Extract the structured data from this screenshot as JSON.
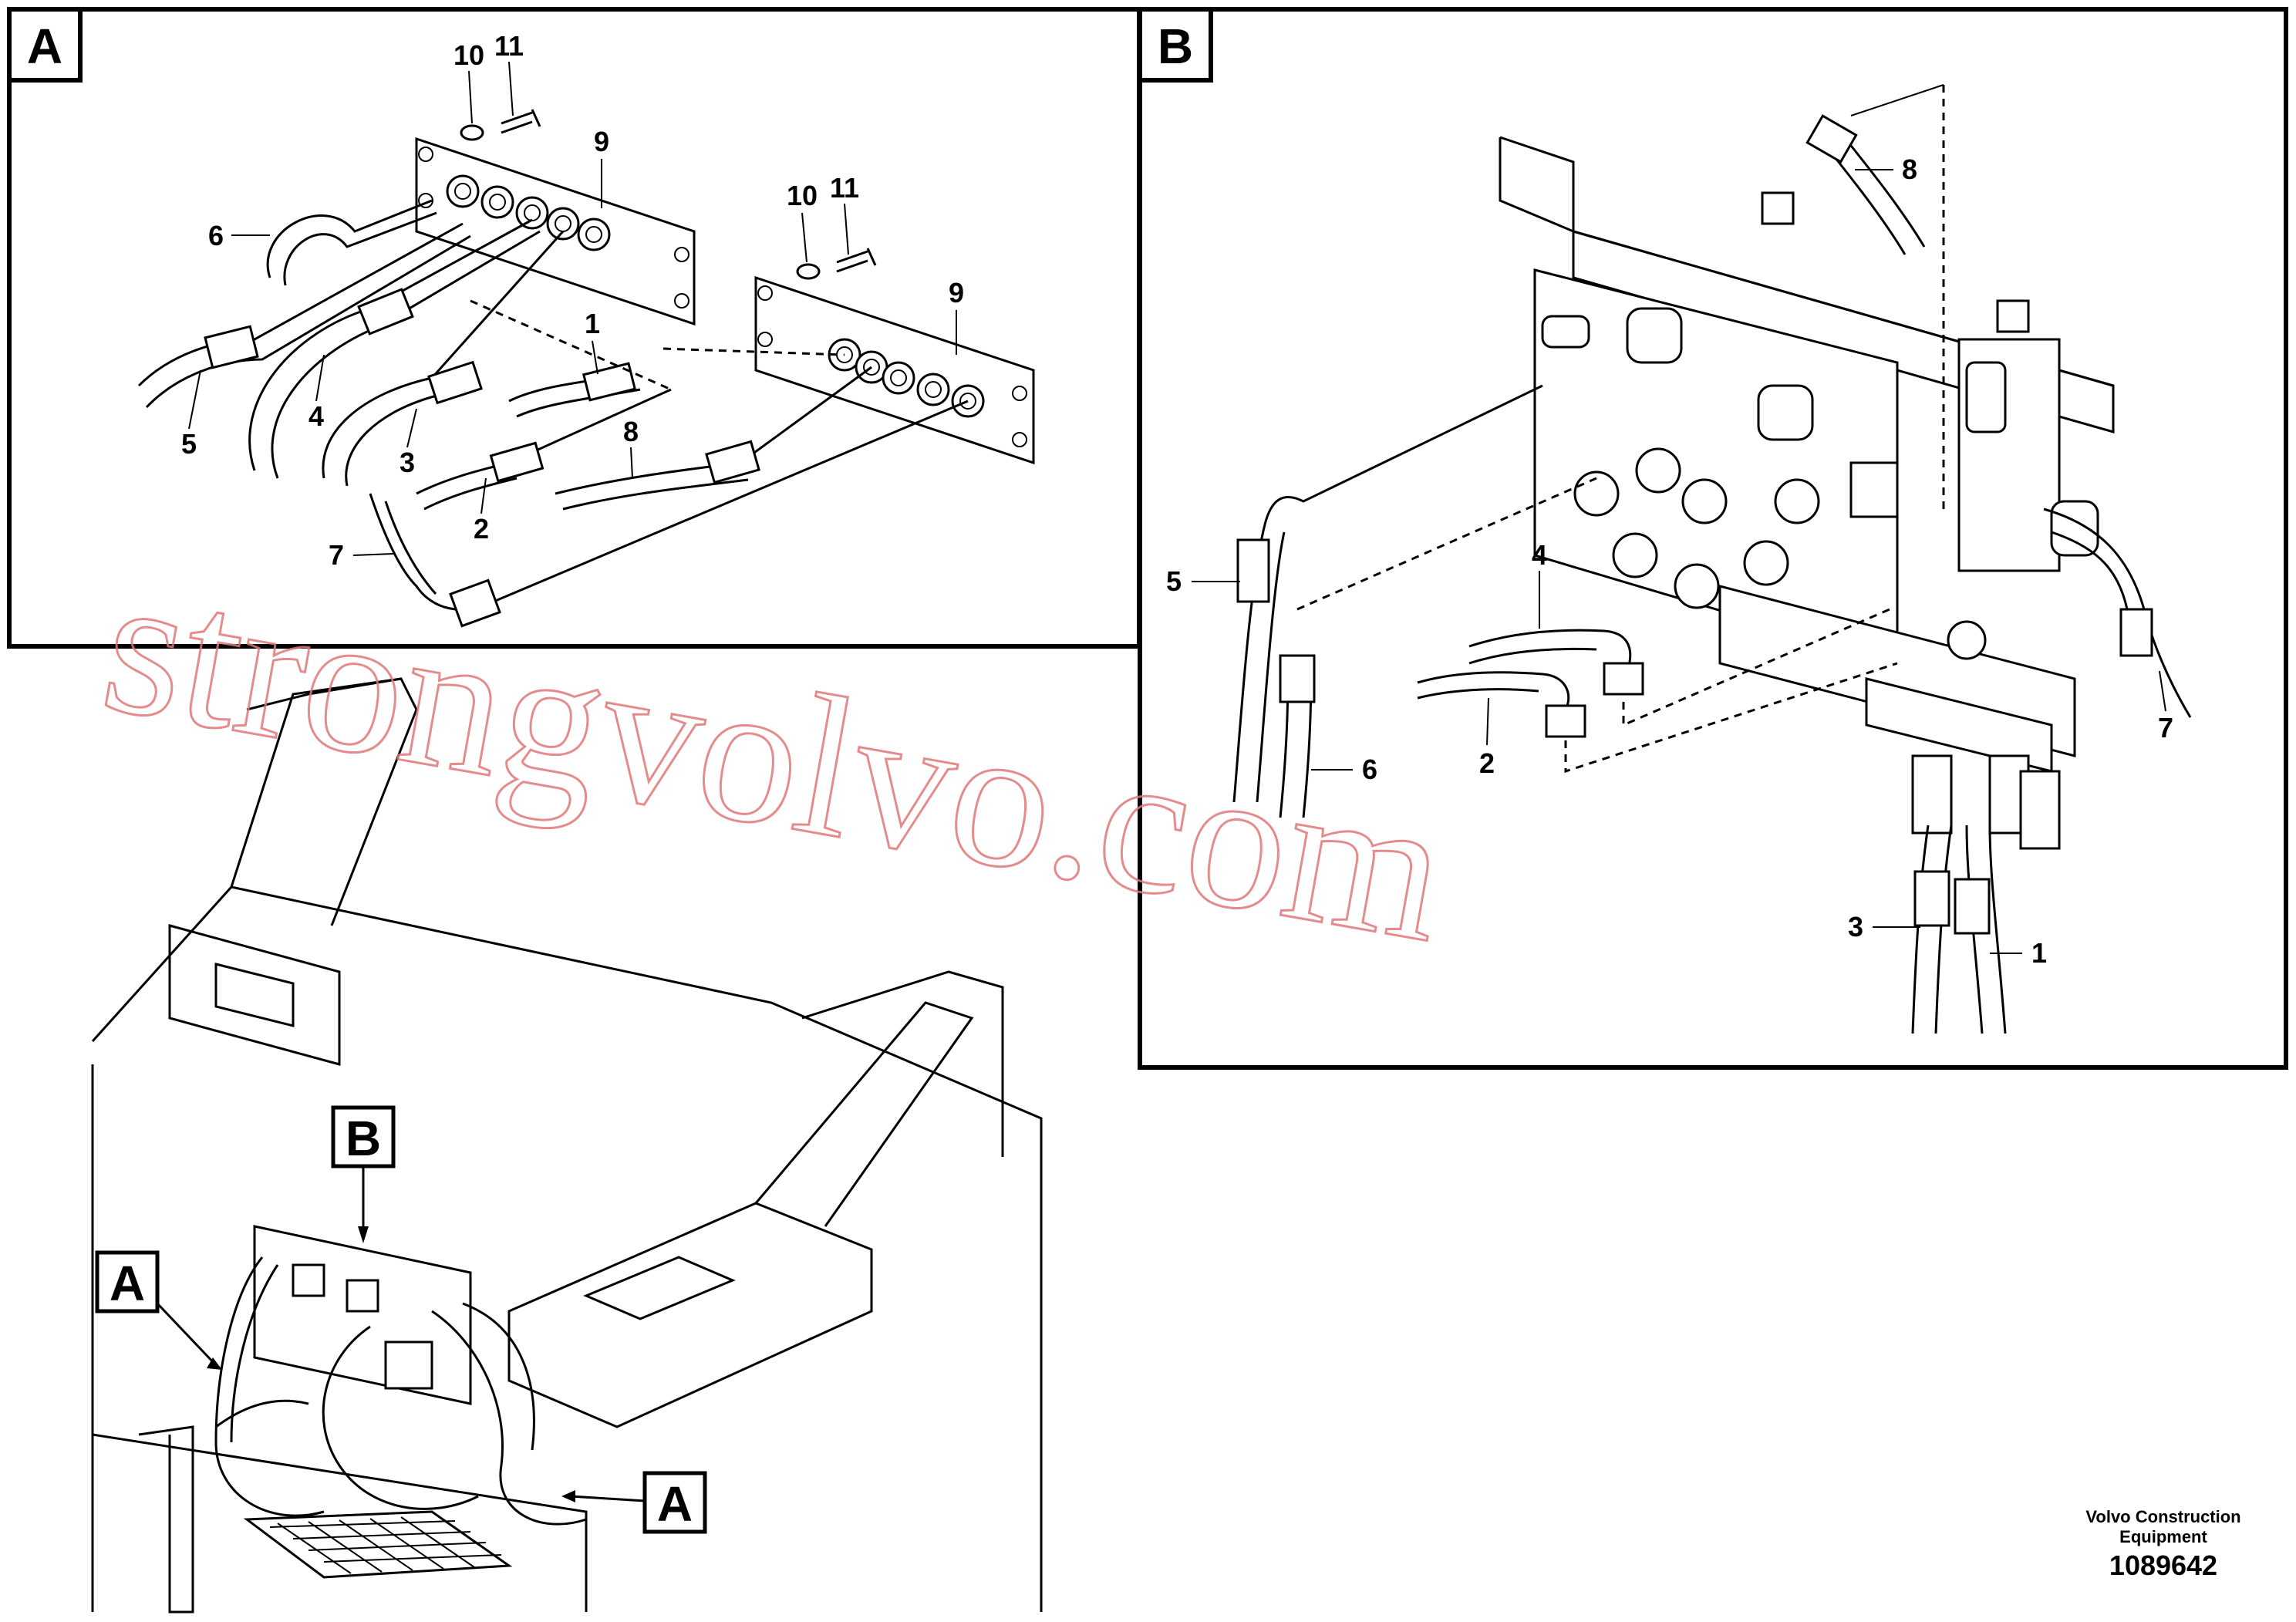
{
  "panel_a": {
    "tag": "A",
    "callouts": [
      "10",
      "11",
      "9",
      "6",
      "10",
      "11",
      "9",
      "1",
      "5",
      "4",
      "3",
      "8",
      "2",
      "7"
    ]
  },
  "panel_b": {
    "tag": "B",
    "callouts": [
      "8",
      "5",
      "4",
      "6",
      "2",
      "7",
      "3",
      "1"
    ]
  },
  "overview": {
    "tag_b": "B",
    "tag_a_left": "A",
    "tag_a_right": "A"
  },
  "watermark": "strongvolvo.com",
  "footer": {
    "company_line1": "Volvo Construction",
    "company_line2": "Equipment",
    "figure_number": "1089642"
  }
}
